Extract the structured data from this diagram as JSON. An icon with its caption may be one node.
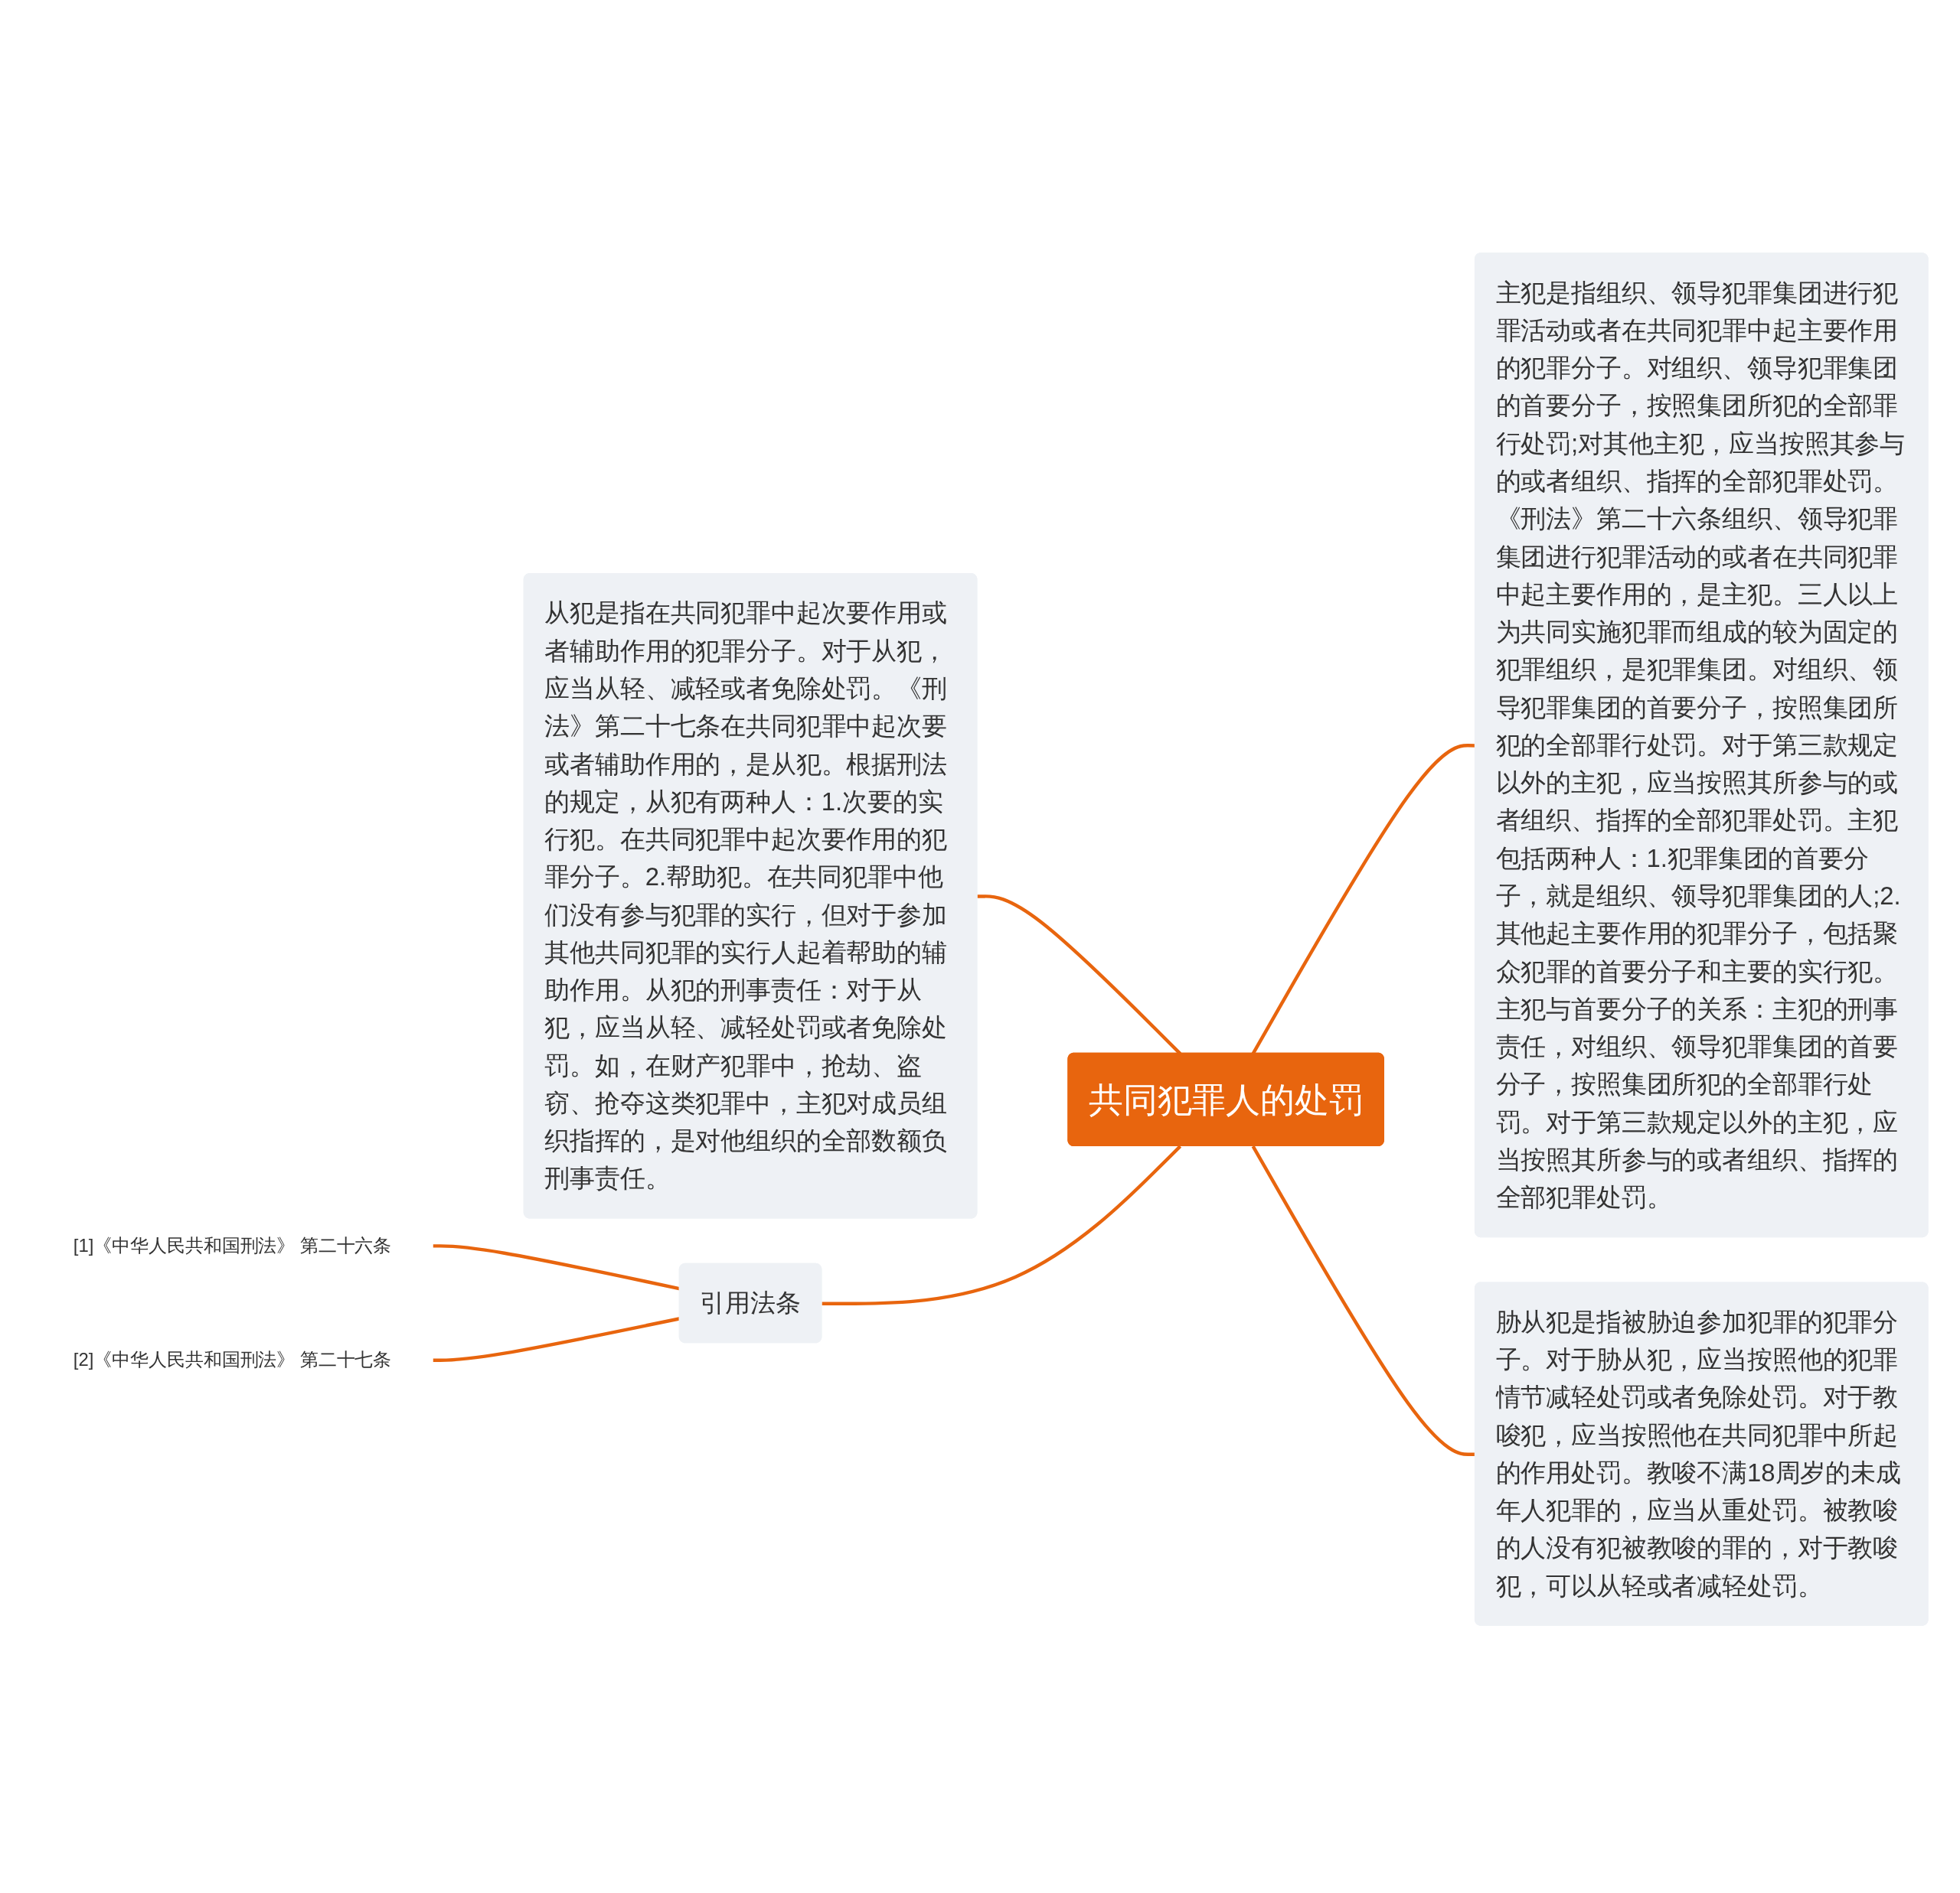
{
  "diagram": {
    "nodes": [
      {
        "text": [
          "共同犯罪人的处罚"
        ]
      },
      {
        "text": [
          "从犯是指在共同犯罪中起次要作用或者辅助作用的犯罪分子。对于从犯，应当从轻、减轻或者免除处罚。《刑法》第二十七条在共同犯罪中起次要或者辅助作用的，是从犯。根据刑法的规定，从犯有两种人：1.次要的实行犯。在共同犯罪中起次要作用的犯罪分子。2.帮助犯。在共同犯罪中他们没有参与犯罪的实行，但对于参加其他共同犯罪的实行人起着帮助的辅助作用。从犯的刑事责任：对于从犯，应当从轻、减轻处罚或者免除处罚。如，在财产犯罪中，抢劫、盗窃、抢夺这类犯罪中，主犯对成员组织指挥的，是对他组织的全部数额负刑事责任。"
        ]
      },
      {
        "text": [
          "引用法条"
        ]
      },
      {
        "text": [
          "[1]《中华人民共和国刑法》 第二十六条"
        ]
      },
      {
        "text": [
          "[2]《中华人民共和国刑法》 第二十七条"
        ]
      },
      {
        "text": [
          "主犯是指组织、领导犯罪集团进行犯罪活动或者在共同犯罪中起主要作用的犯罪分子。对组织、领导犯罪集团的首要分子，按照集团所犯的全部罪行处罚;对其他主犯，应当按照其参与的或者组织、指挥的全部犯罪处罚。《刑法》第二十六条组织、领导犯罪集团进行犯罪活动的或者在共同犯罪中起主要作用的，是主犯。三人以上为共同实施犯罪而组成的较为固定的犯罪组织，是犯罪集团。对组织、领导犯罪集团的首要分子，按照集团所犯的全部罪行处罚。对于第三款规定以外的主犯，应当按照其所参与的或者组织、指挥的全部犯罪处罚。主犯包括两种人：1.犯罪集团的首要分子，就是组织、领导犯罪集团的人;2.其他起主要作用的犯罪分子，包括聚众犯罪的首要分子和主要的实行犯。主犯与首要分子的关系：主犯的刑事责任，对组织、领导犯罪集团的首要分子，按照集团所犯的全部罪行处罚。对于第三款规定以外的主犯，应当按照其所参与的或者组织、指挥的全部犯罪处罚。"
        ]
      },
      {
        "text": [
          "胁从犯是指被胁迫参加犯罪的犯罪分子。对于胁从犯，应当按照他的犯罪情节减轻处罚或者免除处罚。对于教唆犯，应当按照他在共同犯罪中所起的作用处罚。教唆不满18周岁的未成年人犯罪的，应当从重处罚。被教唆的人没有犯被教唆的罪的，对于教唆犯，可以从轻或者减轻处罚。"
        ]
      }
    ],
    "edges": [
      {
        "from": 1,
        "to": 0,
        "arrow": "none"
      },
      {
        "from": 2,
        "to": 0,
        "arrow": "none"
      },
      {
        "from": 3,
        "to": 2,
        "arrow": "none"
      },
      {
        "from": 4,
        "to": 2,
        "arrow": "none"
      },
      {
        "from": 0,
        "to": 5,
        "arrow": "none"
      },
      {
        "from": 0,
        "to": 6,
        "arrow": "none"
      }
    ]
  }
}
